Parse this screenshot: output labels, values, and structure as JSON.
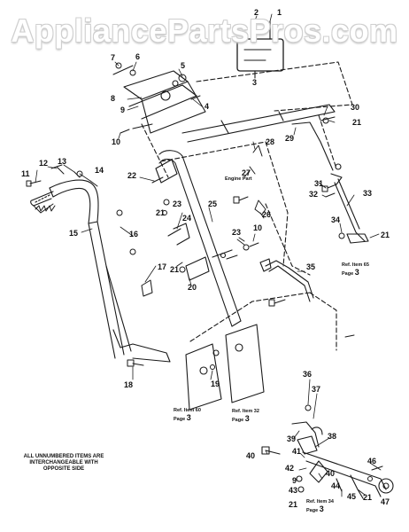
{
  "watermark": "AppliancePartsPros.com",
  "note": "ALL UNNUMBERED ITEMS ARE INTERCHANGEABLE WITH OPPOSITE SIDE",
  "engine_part": "Engine Part",
  "refs": [
    {
      "id": "ref65",
      "line1": "Ref. Item 65",
      "line2": "Page",
      "page": "3"
    },
    {
      "id": "ref60",
      "line1": "Ref. Item 60",
      "line2": "Page",
      "page": "3"
    },
    {
      "id": "ref32",
      "line1": "Ref. Item 32",
      "line2": "Page",
      "page": "3"
    },
    {
      "id": "ref34",
      "line1": "Ref. Item 34",
      "line2": "Page",
      "page": "3"
    }
  ],
  "callouts": [
    "1",
    "2",
    "3",
    "4",
    "5",
    "6",
    "7",
    "8",
    "9",
    "10",
    "11",
    "12",
    "13",
    "14",
    "15",
    "16",
    "17",
    "18",
    "19",
    "20",
    "21",
    "22",
    "23",
    "24",
    "25",
    "26",
    "27",
    "28",
    "29",
    "30",
    "31",
    "32",
    "33",
    "34",
    "35",
    "36",
    "37",
    "38",
    "39",
    "40",
    "41",
    "42",
    "43",
    "44",
    "45",
    "46",
    "47"
  ]
}
